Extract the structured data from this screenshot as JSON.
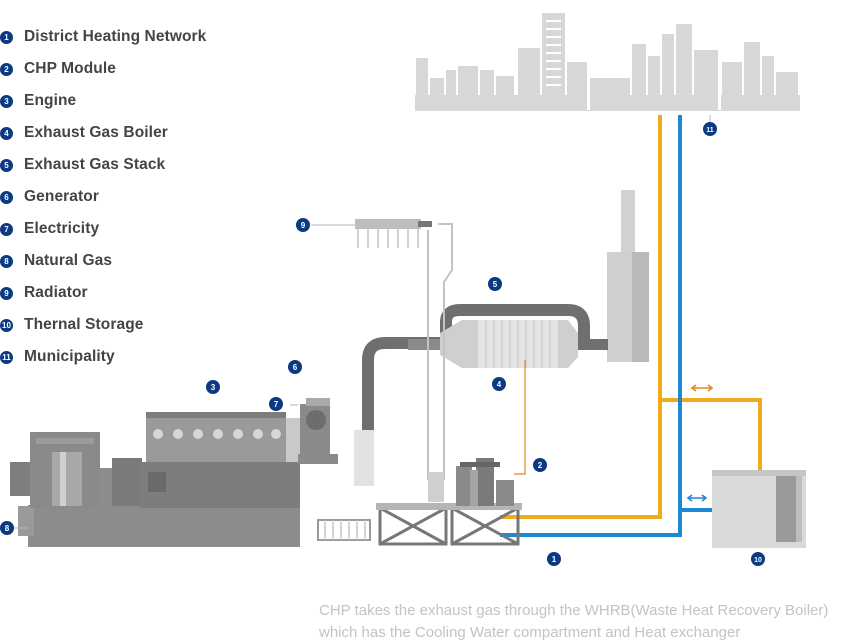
{
  "legend": [
    {
      "num": "1",
      "label": "District Heating Network"
    },
    {
      "num": "2",
      "label": "CHP Module"
    },
    {
      "num": "3",
      "label": "Engine"
    },
    {
      "num": "4",
      "label": "Exhaust Gas Boiler"
    },
    {
      "num": "5",
      "label": "Exhaust Gas Stack"
    },
    {
      "num": "6",
      "label": "Generator"
    },
    {
      "num": "7",
      "label": "Electricity"
    },
    {
      "num": "8",
      "label": "Natural Gas"
    },
    {
      "num": "9",
      "label": "Radiator"
    },
    {
      "num": "10",
      "label": "Thernal Storage"
    },
    {
      "num": "11",
      "label": "Municipality"
    }
  ],
  "callouts": {
    "c1": "1",
    "c2": "2",
    "c3": "3",
    "c4": "4",
    "c5": "5",
    "c6": "6",
    "c7": "7",
    "c8": "8",
    "c9": "9",
    "c10": "10",
    "c11": "11"
  },
  "caption": {
    "line1": "CHP takes the exhaust gas through the WHRB(Waste Heat Recovery Boiler)",
    "line2": "which has the Cooling Water compartment and Heat exchanger"
  },
  "colors": {
    "badge": "#0b3a82",
    "hot_pipe": "#f0aa1e",
    "cold_pipe": "#1e88d2",
    "machinery": "#8a8a8a",
    "city": "#d6d6d6"
  }
}
